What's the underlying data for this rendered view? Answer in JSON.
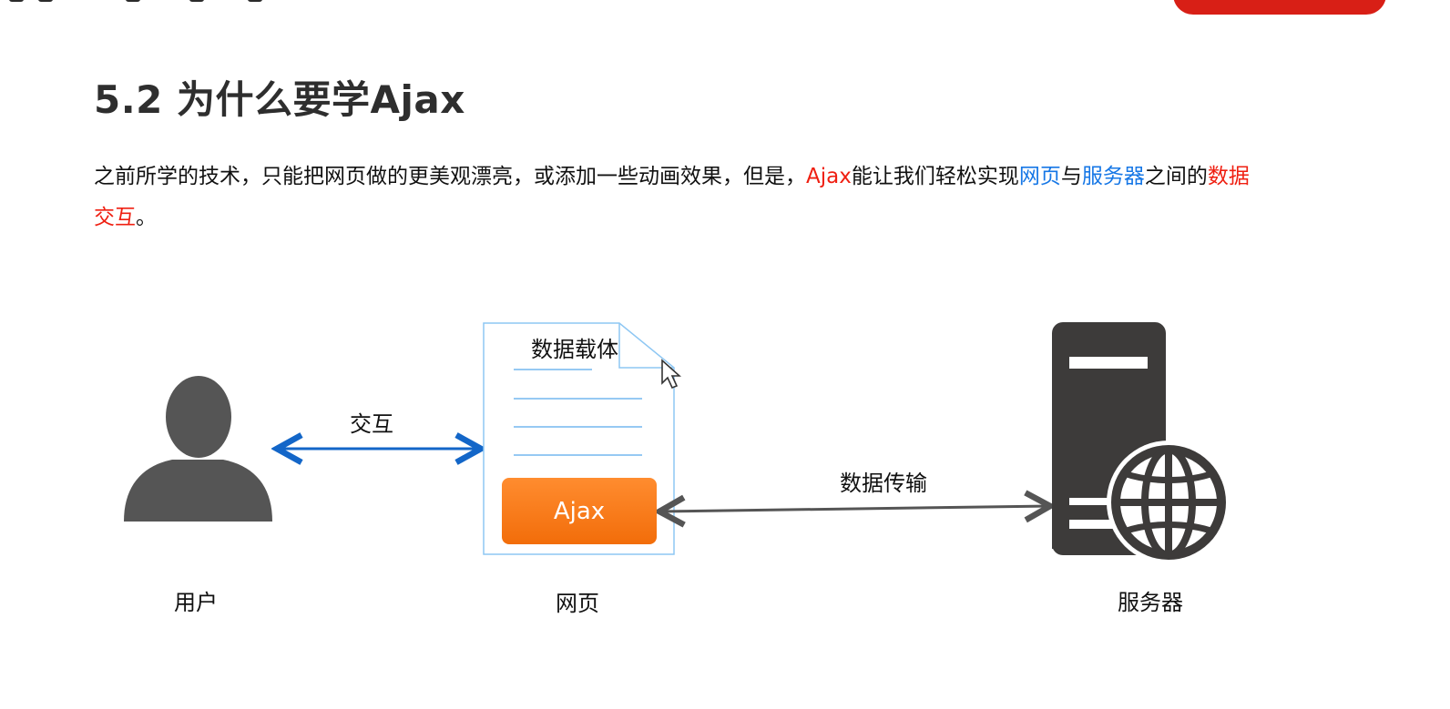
{
  "page": {
    "title": "5.2 为什么要学Ajax",
    "paragraph": {
      "part1": "之前所学的技术，只能把网页做的更美观漂亮，或添加一些动画效果，但是，",
      "ajax": "Ajax",
      "part2": "能让我们轻松实现",
      "webpage": "网页",
      "part3": "与",
      "server": "服务器",
      "part4": "之间的",
      "data_exchange": "数据交互",
      "part5": "。"
    }
  },
  "diagram": {
    "user_label": "用户",
    "interaction_label": "交互",
    "data_carrier_label": "数据载体",
    "ajax_label": "Ajax",
    "webpage_label": "网页",
    "data_transfer_label": "数据传输",
    "server_label": "服务器"
  },
  "colors": {
    "title": "#2e2e2e",
    "red_highlight": "#ef1f11",
    "blue_highlight": "#1677e6",
    "user_icon": "#555555",
    "server_icon": "#3d3b3a",
    "ajax_orange": "#f47b16",
    "document_blue": "#8ec7f3",
    "interaction_arrow": "#1366c8",
    "transfer_arrow": "#555555"
  },
  "icons": {
    "user": "user-icon",
    "document": "document-icon",
    "server": "server-icon",
    "globe": "globe-icon",
    "cursor": "mouse-cursor-icon"
  }
}
